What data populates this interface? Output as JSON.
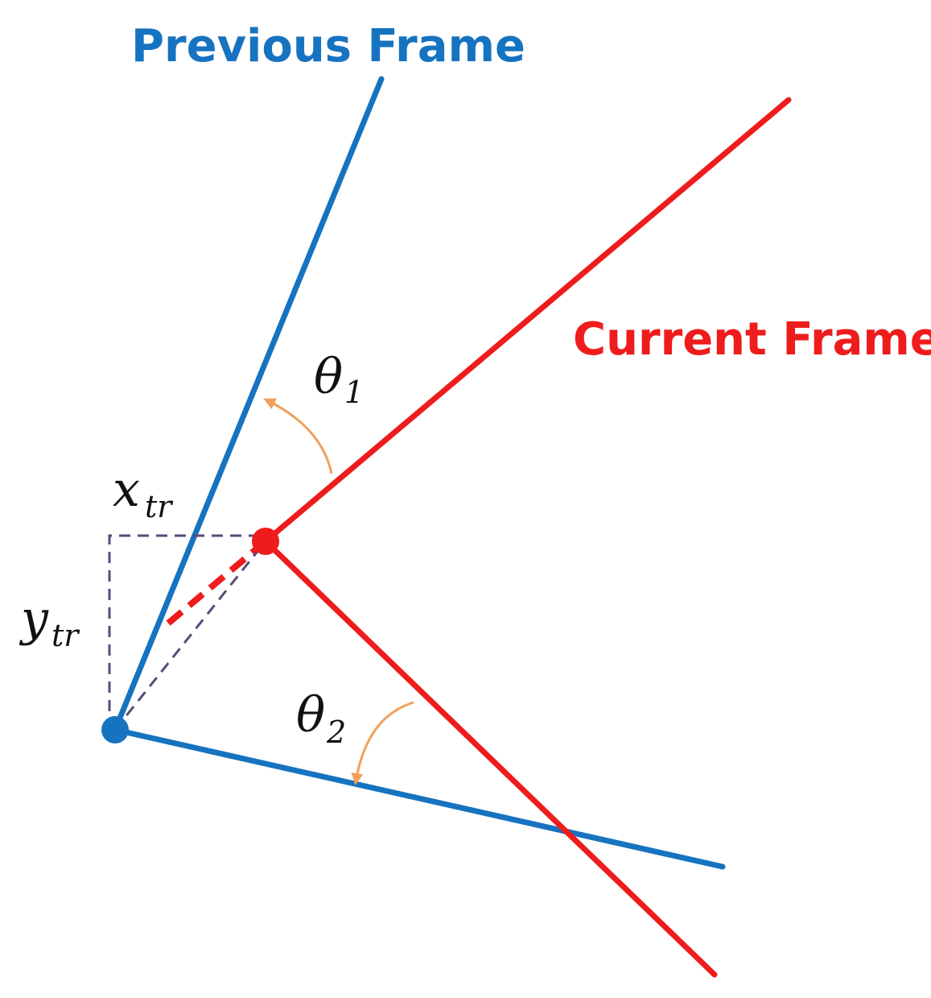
{
  "labels": {
    "previous_frame": "Previous Frame",
    "current_frame": "Current Frame",
    "theta": "θ",
    "theta1_sub": "1",
    "theta2_sub": "2",
    "x": "x",
    "y": "y",
    "tr_sub": "tr"
  },
  "colors": {
    "previous_frame": "#1673c0",
    "current_frame": "#ee1c1c",
    "angle_arrow": "#f0a05a",
    "projection_dashes": "#5a4a7a",
    "math_text": "#111111"
  }
}
